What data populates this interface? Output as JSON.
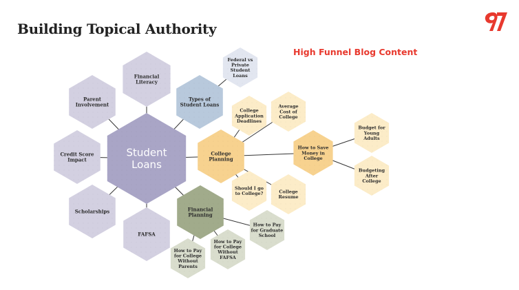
{
  "title": "Building Topical Authority",
  "subtitle": "High Funnel Blog Content",
  "logo": {
    "text": "97",
    "color": "#e8392e"
  },
  "colors": {
    "core": "#a9a5c6",
    "pillar": "#d3d0e1",
    "types": "#b8c9dc",
    "types_child": "#e2e6f0",
    "college": "#f7d28f",
    "college_child": "#fcecc8",
    "finance": "#a1ab8b",
    "finance_child": "#d9ddcd",
    "accent": "#e8392e"
  },
  "nodes": [
    {
      "id": "student-loans",
      "lines": [
        "Student",
        "Loans"
      ],
      "kind": "core"
    },
    {
      "id": "financial-literacy",
      "lines": [
        "Financial",
        "Literacy"
      ],
      "kind": "pillar"
    },
    {
      "id": "parent-involvement",
      "lines": [
        "Parent",
        "Involvement"
      ],
      "kind": "pillar"
    },
    {
      "id": "credit-score-impact",
      "lines": [
        "Credit Score",
        "Impact"
      ],
      "kind": "pillar"
    },
    {
      "id": "scholarships",
      "lines": [
        "Scholarships"
      ],
      "kind": "pillar"
    },
    {
      "id": "fafsa",
      "lines": [
        "FAFSA"
      ],
      "kind": "pillar"
    },
    {
      "id": "types-of-student-loans",
      "lines": [
        "Types of",
        "Student Loans"
      ],
      "kind": "types"
    },
    {
      "id": "federal-vs-private",
      "lines": [
        "Federal vs",
        "Private",
        "Student",
        "Loans"
      ],
      "kind": "types_child"
    },
    {
      "id": "college-planning",
      "lines": [
        "College",
        "Planning"
      ],
      "kind": "college"
    },
    {
      "id": "college-application-deadlines",
      "lines": [
        "College",
        "Application",
        "Deadlines"
      ],
      "kind": "college_child"
    },
    {
      "id": "average-cost-of-college",
      "lines": [
        "Average",
        "Cost of",
        "College"
      ],
      "kind": "college_child"
    },
    {
      "id": "how-to-save-money",
      "lines": [
        "How to Save",
        "Money in",
        "College"
      ],
      "kind": "college"
    },
    {
      "id": "budget-for-young-adults",
      "lines": [
        "Budget for",
        "Young",
        "Adults"
      ],
      "kind": "college_child"
    },
    {
      "id": "budgeting-after-college",
      "lines": [
        "Budgeting",
        "After",
        "College"
      ],
      "kind": "college_child"
    },
    {
      "id": "should-i-go-to-college",
      "lines": [
        "Should I go",
        "to College?"
      ],
      "kind": "college_child"
    },
    {
      "id": "college-resume",
      "lines": [
        "College",
        "Resume"
      ],
      "kind": "college_child"
    },
    {
      "id": "financial-planning",
      "lines": [
        "Financial",
        "Planning"
      ],
      "kind": "finance"
    },
    {
      "id": "pay-for-graduate-school",
      "lines": [
        "How to Pay",
        "for Graduate",
        "School"
      ],
      "kind": "finance_child"
    },
    {
      "id": "pay-without-fafsa",
      "lines": [
        "How to Pay",
        "for College",
        "Without",
        "FAFSA"
      ],
      "kind": "finance_child"
    },
    {
      "id": "pay-without-parents",
      "lines": [
        "How to Pay",
        "for College",
        "Without",
        "Parents"
      ],
      "kind": "finance_child"
    }
  ],
  "edges": [
    [
      "student-loans",
      "financial-literacy"
    ],
    [
      "student-loans",
      "parent-involvement"
    ],
    [
      "student-loans",
      "credit-score-impact"
    ],
    [
      "student-loans",
      "scholarships"
    ],
    [
      "student-loans",
      "fafsa"
    ],
    [
      "student-loans",
      "types-of-student-loans"
    ],
    [
      "student-loans",
      "college-planning"
    ],
    [
      "student-loans",
      "financial-planning"
    ],
    [
      "types-of-student-loans",
      "federal-vs-private"
    ],
    [
      "college-planning",
      "college-application-deadlines"
    ],
    [
      "college-planning",
      "average-cost-of-college"
    ],
    [
      "college-planning",
      "how-to-save-money"
    ],
    [
      "college-planning",
      "should-i-go-to-college"
    ],
    [
      "college-planning",
      "college-resume"
    ],
    [
      "how-to-save-money",
      "budget-for-young-adults"
    ],
    [
      "how-to-save-money",
      "budgeting-after-college"
    ],
    [
      "financial-planning",
      "pay-for-graduate-school"
    ],
    [
      "financial-planning",
      "pay-without-fafsa"
    ],
    [
      "financial-planning",
      "pay-without-parents"
    ]
  ]
}
